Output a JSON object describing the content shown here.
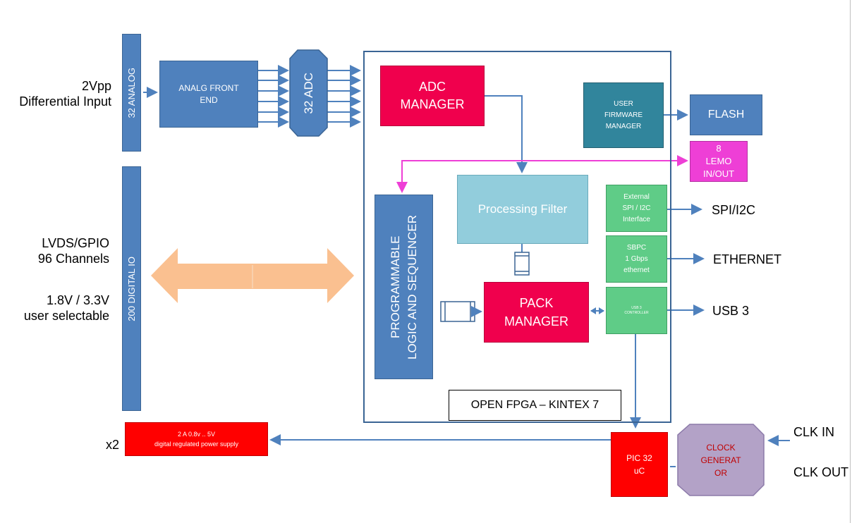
{
  "left_labels": {
    "analog_input": "2Vpp\nDifferential Input",
    "lvds": "LVDS/GPIO\n96 Channels",
    "voltage": "1.8V / 3.3V\nuser selectable",
    "multiplier": "x2"
  },
  "blocks": {
    "analog_bar": "32 ANALOG",
    "digital_bar": "200 DIGITAL IO",
    "afe": "ANALG FRONT\nEND",
    "adc": "32 ADC",
    "adc_manager": "ADC\nMANAGER",
    "user_fw": "USER\nFIRMWARE\nMANAGER",
    "flash": "FLASH",
    "lemo": "8\nLEMO\nIN/OUT",
    "processing_filter": "Processing Filter",
    "programmable_logic": "PROGRAMMABLE\nLOGIC AND SEQUENCER",
    "pack_manager": "PACK\nMANAGER",
    "spi_iface": "External\nSPI / I2C\nInterface",
    "sbpc": "SBPC\n1 Gbps\nethernet",
    "usb_ctrl": "USB 3\nCONTROLLER",
    "fpga_label": "OPEN FPGA – KINTEX 7",
    "power": "2 A 0.8v .. 5V\ndigital regulated power supply",
    "pic": "PIC 32\nuC",
    "clock": "CLOCK\nGENERAT\nOR"
  },
  "right_labels": {
    "spi": "SPI/I2C",
    "ethernet": "ETHERNET",
    "usb": "USB 3",
    "clk_in": "CLK IN",
    "clk_out": "CLK OUT"
  },
  "colors": {
    "blue": "#4f81bd",
    "light_blue": "#92cddc",
    "teal": "#31859c",
    "crimson": "#f0004d",
    "magenta": "#ee3fd6",
    "green": "#5fcc87",
    "red": "#ff0000",
    "lavender": "#b3a2c7",
    "arrow_orange": "#fac090",
    "wire_pink": "#ee3fd6"
  }
}
